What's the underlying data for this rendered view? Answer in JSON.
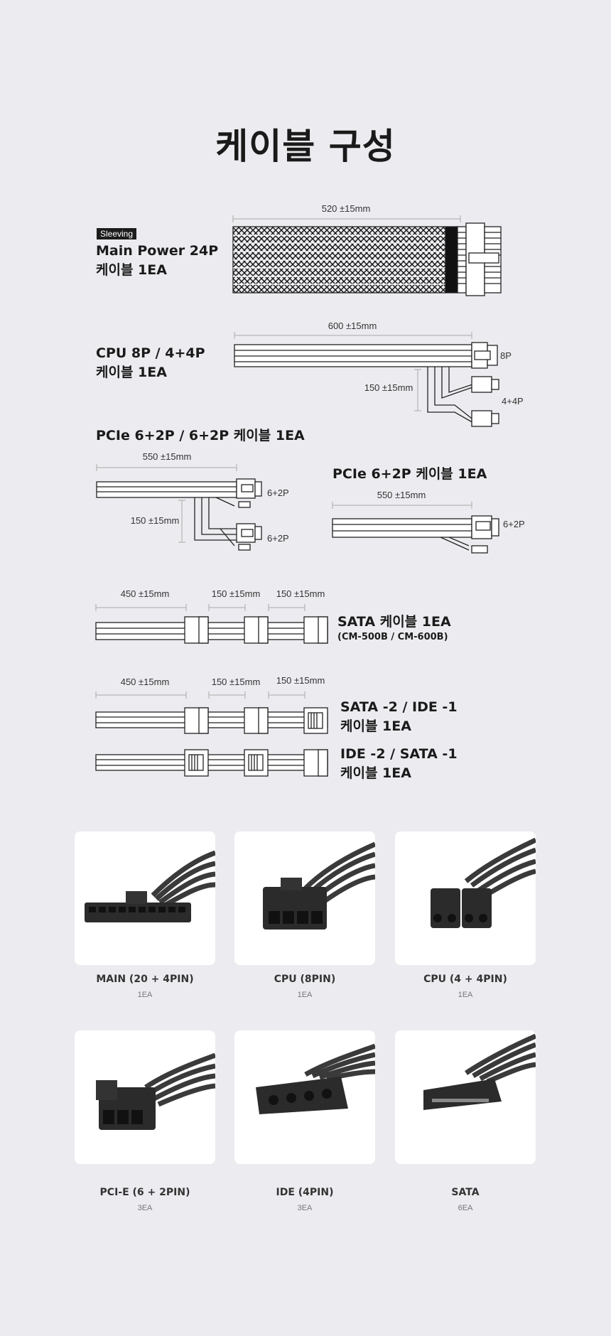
{
  "title": "케이블 구성",
  "main_power": {
    "badge": "Sleeving",
    "name": "Main Power 24P",
    "qty": "케이블 1EA",
    "length": "520 ±15mm"
  },
  "cpu": {
    "name": "CPU 8P / 4+4P",
    "qty": "케이블 1EA",
    "length": "600 ±15mm",
    "branch_length": "150 ±15mm",
    "pin_main": "8P",
    "pin_branch": "4+4P"
  },
  "pcie_dual": {
    "name": "PCIe 6+2P / 6+2P 케이블 1EA",
    "length": "550 ±15mm",
    "branch_length": "150 ±15mm",
    "pin_1": "6+2P",
    "pin_2": "6+2P"
  },
  "pcie_single": {
    "name": "PCIe 6+2P 케이블 1EA",
    "length": "550 ±15mm",
    "pin": "6+2P"
  },
  "sata": {
    "name": "SATA 케이블 1EA",
    "models": "(CM-500B / CM-600B)",
    "len_1": "450 ±15mm",
    "len_2": "150 ±15mm",
    "len_3": "150 ±15mm"
  },
  "sata_ide": {
    "name": "SATA -2 / IDE -1",
    "qty": "케이블 1EA",
    "len_1": "450 ±15mm",
    "len_2": "150 ±15mm",
    "len_3": "150 ±15mm"
  },
  "ide_sata": {
    "name": "IDE -2 / SATA -1",
    "qty": "케이블 1EA"
  },
  "connectors": [
    {
      "name": "MAIN (20 + 4PIN)",
      "qty": "1EA"
    },
    {
      "name": "CPU (8PIN)",
      "qty": "1EA"
    },
    {
      "name": "CPU (4 + 4PIN)",
      "qty": "1EA"
    },
    {
      "name": "PCI-E (6 + 2PIN)",
      "qty": "3EA"
    },
    {
      "name": "IDE (4PIN)",
      "qty": "3EA"
    },
    {
      "name": "SATA",
      "qty": "6EA"
    }
  ],
  "colors": {
    "background": "#ececf0",
    "text": "#1a1a1a",
    "line": "#333333",
    "dim_line": "#b5b5b5"
  }
}
